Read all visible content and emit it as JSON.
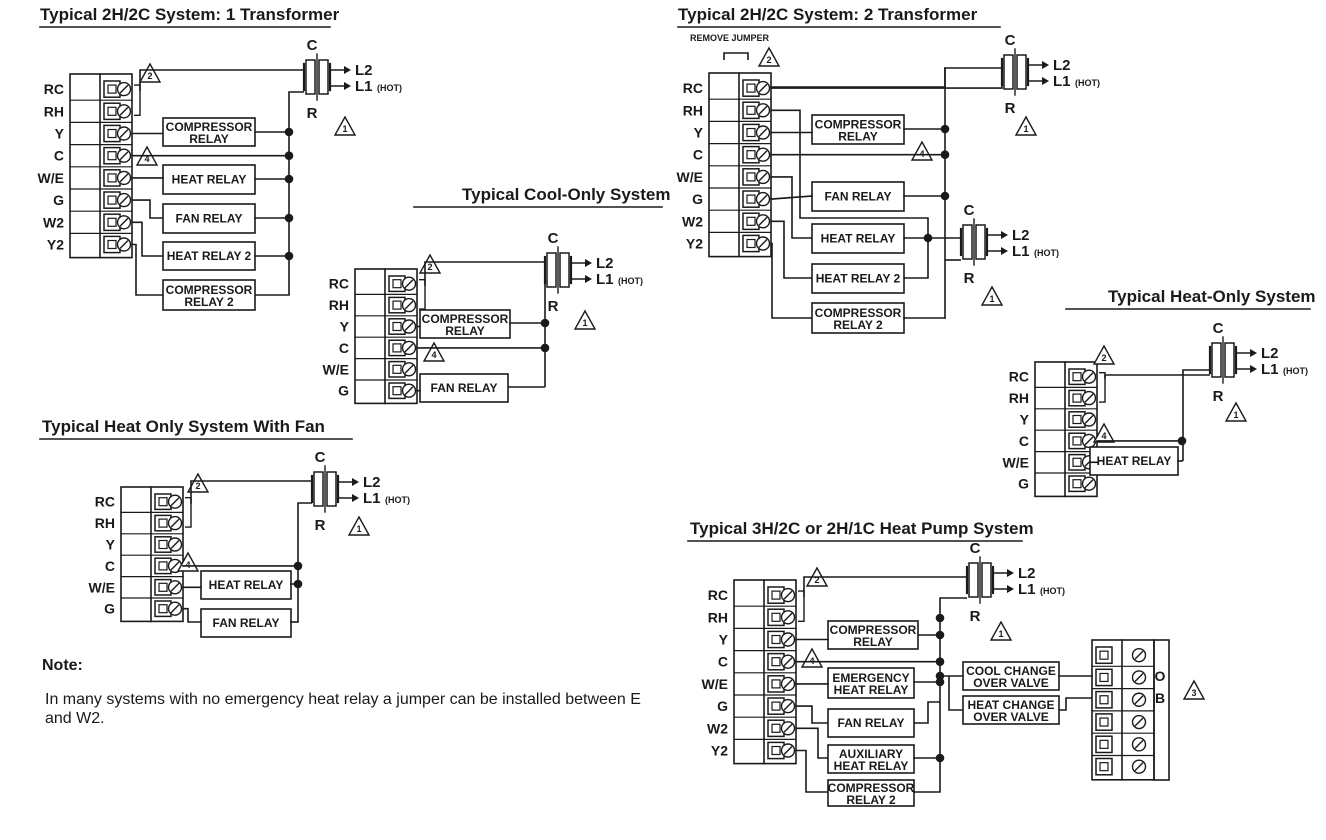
{
  "colors": {
    "line": "#1a1a1a",
    "background": "#ffffff"
  },
  "labels": {
    "C": "C",
    "R": "R",
    "L2": "L2",
    "L1": "L1",
    "HOT": "(HOT)",
    "remove_jumper": "REMOVE JUMPER",
    "O": "O",
    "B": "B"
  },
  "callouts": {
    "one": "1",
    "two": "2",
    "three": "3",
    "four": "4"
  },
  "terminals": [
    "RC",
    "RH",
    "Y",
    "C",
    "W/E",
    "G",
    "W2",
    "Y2"
  ],
  "relays": {
    "compressor": [
      "COMPRESSOR",
      "RELAY"
    ],
    "compressor2": [
      "COMPRESSOR",
      "RELAY 2"
    ],
    "heat": "HEAT RELAY",
    "heat2": "HEAT RELAY 2",
    "fan": "FAN RELAY",
    "emergency": [
      "EMERGENCY",
      "HEAT RELAY"
    ],
    "auxiliary": [
      "AUXILIARY",
      "HEAT RELAY"
    ],
    "cool_valve": [
      "COOL CHANGE",
      "OVER VALVE"
    ],
    "heat_valve": [
      "HEAT CHANGE",
      "OVER VALVE"
    ]
  },
  "diagrams": {
    "one_transformer": {
      "title": "Typical 2H/2C System: 1 Transformer"
    },
    "two_transformer": {
      "title": "Typical 2H/2C System: 2 Transformer"
    },
    "cool_only": {
      "title": "Typical Cool-Only System"
    },
    "heat_only": {
      "title": "Typical Heat-Only System"
    },
    "heat_only_fan": {
      "title": "Typical Heat Only System With Fan"
    },
    "heat_pump": {
      "title": "Typical 3H/2C or 2H/1C Heat Pump System"
    }
  },
  "note": {
    "title": "Note:",
    "body": "In many systems with no emergency heat relay a jumper can be installed between E and W2."
  }
}
